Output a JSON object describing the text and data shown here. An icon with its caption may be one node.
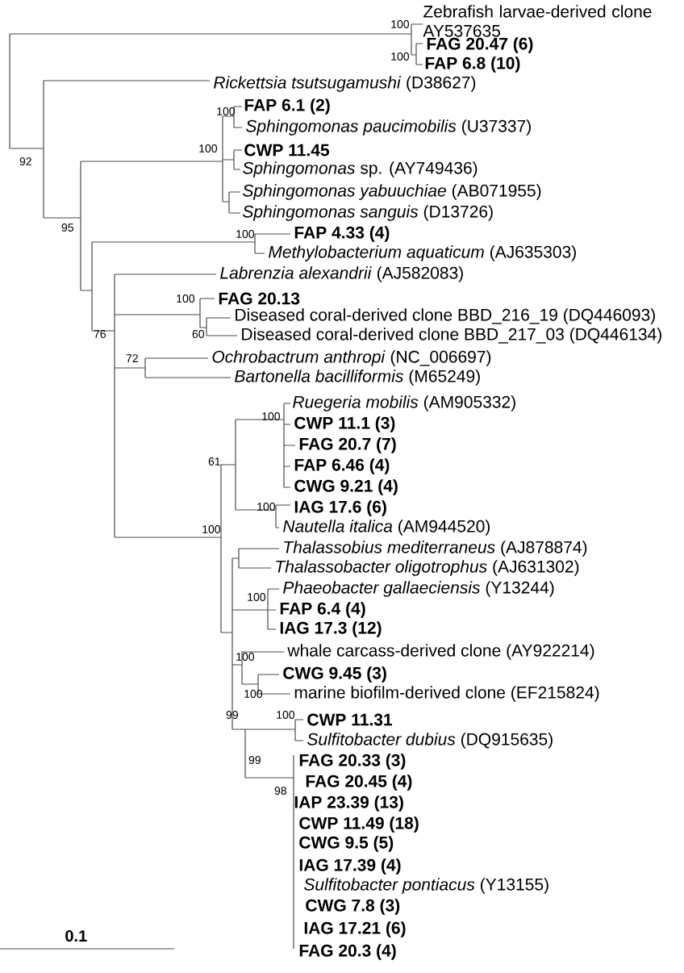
{
  "diagram": {
    "labels": [
      "Zebrafish larvae-derived clone AY537635",
      "FAG 20.47 (6)",
      "FAP 6.8 (10)",
      "*Rickettsia tsutsugamushi* (D38627)",
      "FAP 6.1 (2)",
      "*Sphingomonas paucimobilis* (U37337)",
      "CWP 11.45",
      "*Sphingomonas* sp. (AY749436)",
      "*Sphingomonas yabuuchiae* (AB071955)",
      "*Sphingomonas sanguis* (D13726)",
      "FAP 4.33 (4)",
      "*Methylobacterium aquaticum* (AJ635303)",
      "*Labrenzia alexandrii* (AJ582083)",
      "FAG 20.13",
      "Diseased coral-derived clone BBD_216_19 (DQ446093)",
      "Diseased coral-derived clone BBD_217_03 (DQ446134)",
      "*Ochrobactrum anthropi* (NC_006697)",
      "*Bartonella bacilliformis* (M65249)",
      "*Ruegeria mobilis* (AM905332)",
      "CWP 11.1 (3)",
      "FAG 20.7 (7)",
      "FAP 6.46 (4)",
      "CWG 9.21 (4)",
      "IAG 17.6 (6)",
      "*Nautella italica* (AM944520)",
      "*Thalassobius mediterraneus* (AJ878874)",
      "*Thalassobacter oligotrophus* (AJ631302)",
      "*Phaeobacter gallaeciensis* (Y13244)",
      "FAP 6.4 (4)",
      "IAG 17.3 (12)",
      "whale carcass-derived clone (AY922214)",
      "CWG 9.45 (3)",
      "marine biofilm-derived clone (EF215824)",
      "CWP 11.31",
      "*Sulfitobacter dubius* (DQ915635)",
      "FAG 20.33 (3)",
      "FAG 20.45 (4)",
      "IAP 23.39 (13)",
      "CWP 11.49 (18)",
      "CWG 9.5 (5)",
      "IAG 17.39 (4)",
      "*Sulfitobacter pontiacus* (Y13155)",
      "CWG 7.8 (3)",
      "IAG 17.21 (6)",
      "FAG 20.3 (4)",
      "100",
      "100",
      "92",
      "100",
      "100",
      "95",
      "100",
      "100",
      "76",
      "60",
      "72",
      "100",
      "61",
      "100",
      "100",
      "100",
      "100",
      "100",
      "99",
      "100",
      "99",
      "98",
      "0.1"
    ]
  }
}
